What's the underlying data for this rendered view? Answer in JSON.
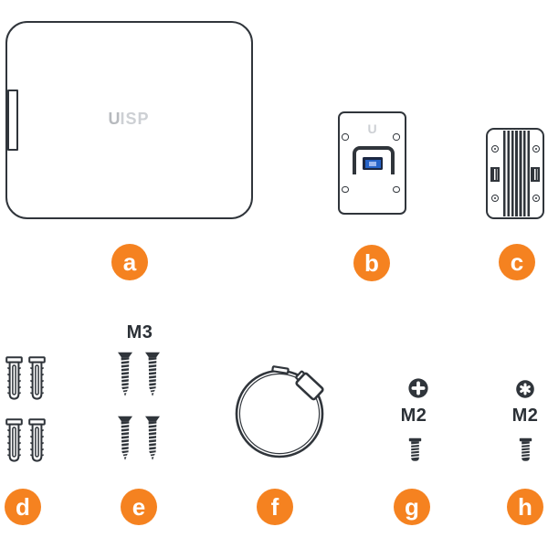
{
  "colors": {
    "accent": "#F58220",
    "outline": "#30353B",
    "logo_gray": "#CDD0D4",
    "logo_dark": "#B7BABE",
    "text_dark": "#2B3036",
    "blue": "#2563C9",
    "blue_navy": "#1B2742",
    "blue_light": "#9DB8F0"
  },
  "device_logo": {
    "u": "U",
    "isp": "ISP"
  },
  "plate_logo": {
    "u": "U"
  },
  "labels": {
    "m3": "M3",
    "m2_phillips": "M2",
    "m2_torx": "M2"
  },
  "badges": [
    "a",
    "b",
    "c",
    "d",
    "e",
    "f",
    "g",
    "h"
  ],
  "parts": {
    "a": "uisp-box-enclosure",
    "b": "mounting-bracket-plate",
    "c": "pole-mount-clamp-bracket",
    "d": "wall-anchors-x4",
    "e": "m3-screws-x4",
    "f": "steel-hose-clamp",
    "g": "m2-phillips-screw",
    "h": "m2-torx-screw"
  }
}
